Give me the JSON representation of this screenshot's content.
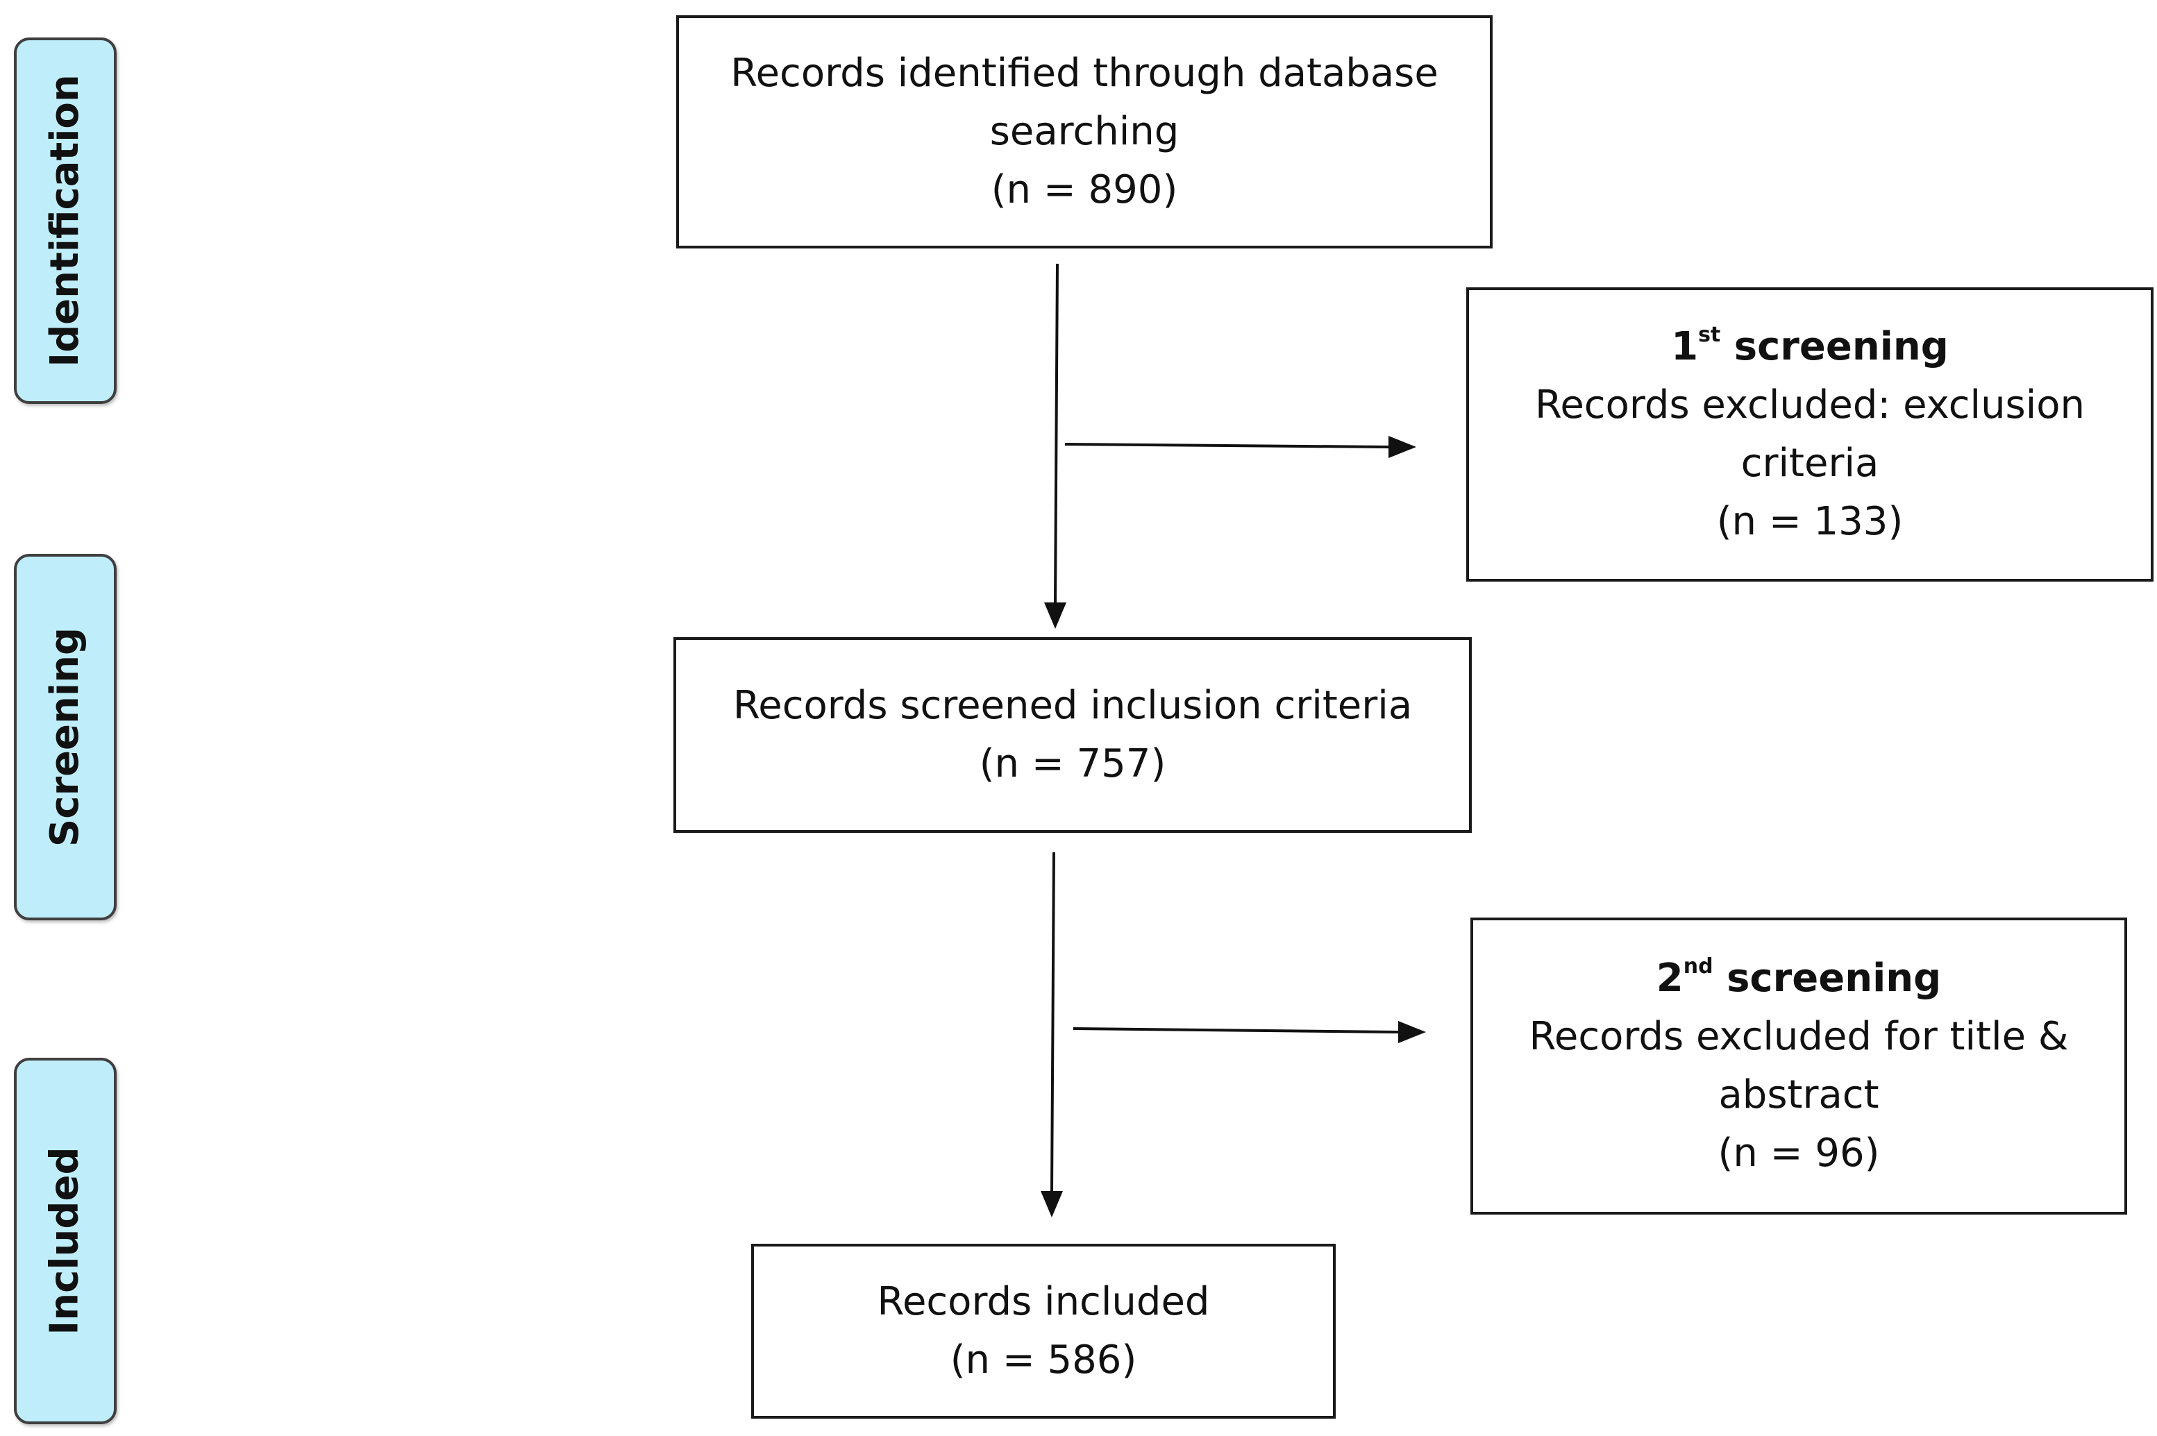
{
  "colors": {
    "stage_fill": "#bfeefa",
    "stage_border": "#3f3f3f",
    "box_border": "#1a1a1a",
    "arrow": "#111111"
  },
  "stages": [
    {
      "label": "Identification"
    },
    {
      "label": "Screening"
    },
    {
      "label": "Included"
    }
  ],
  "boxes": {
    "identified": {
      "line1": "Records identified through database",
      "line2": "searching",
      "count": "(n = 890)"
    },
    "screened": {
      "line1": "Records screened inclusion criteria",
      "count": "(n = 757)"
    },
    "included": {
      "line1": "Records included",
      "count": "(n = 586)"
    },
    "excluded_1": {
      "heading_num": "1",
      "heading_sup": "st",
      "heading_text": " screening",
      "line1": "Records excluded: exclusion",
      "line2": "criteria",
      "count": "(n = 133)"
    },
    "excluded_2": {
      "heading_num": "2",
      "heading_sup": "nd",
      "heading_text": " screening",
      "line1": "Records excluded for title &",
      "line2": "abstract",
      "count": "(n = 96)"
    }
  }
}
